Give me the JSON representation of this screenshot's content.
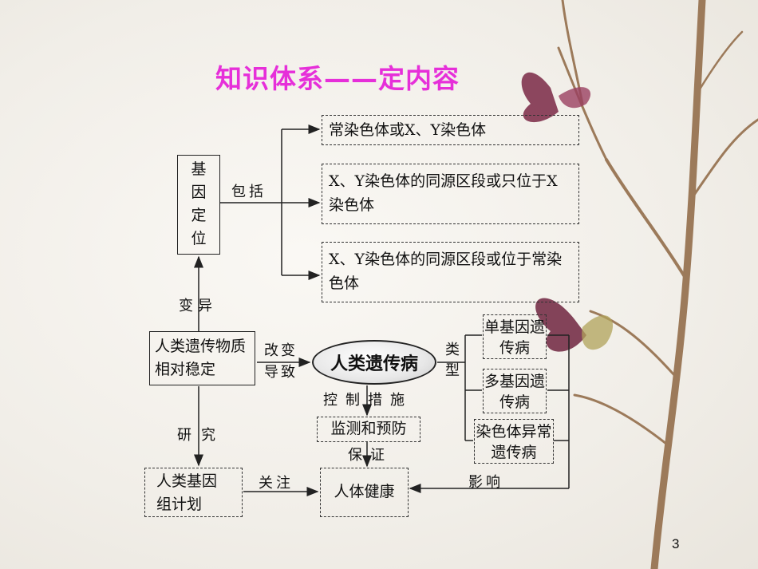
{
  "title": "知识体系——定内容",
  "nodes": {
    "gene_location": "基\n因\n定\n位",
    "autosome": "常染色体或X、Y染色体",
    "homologous_only": "X、Y染色体的同源区段或只位于X染色体",
    "homologous_or_autosome": "X、Y染色体的同源区段或位于常染色体",
    "hereditary_material": "人类遗传物质相对稳定",
    "human_genetic_disease": "人类遗传病",
    "single_gene": "单基因遗传病",
    "multi_gene": "多基因遗传病",
    "chromosome_abnormal": "染色体异常遗传病",
    "monitor_prevent": "监测和预防",
    "genome_project": "人类基因组计划",
    "human_health": "人体健康"
  },
  "labels": {
    "include": "包括",
    "variation": "变异",
    "change_lead": "改变导致",
    "type": "类型",
    "control_measure": "控制措施",
    "research": "研究",
    "guarantee": "保证",
    "focus": "关注",
    "influence": "影响"
  },
  "page_number": "3"
}
